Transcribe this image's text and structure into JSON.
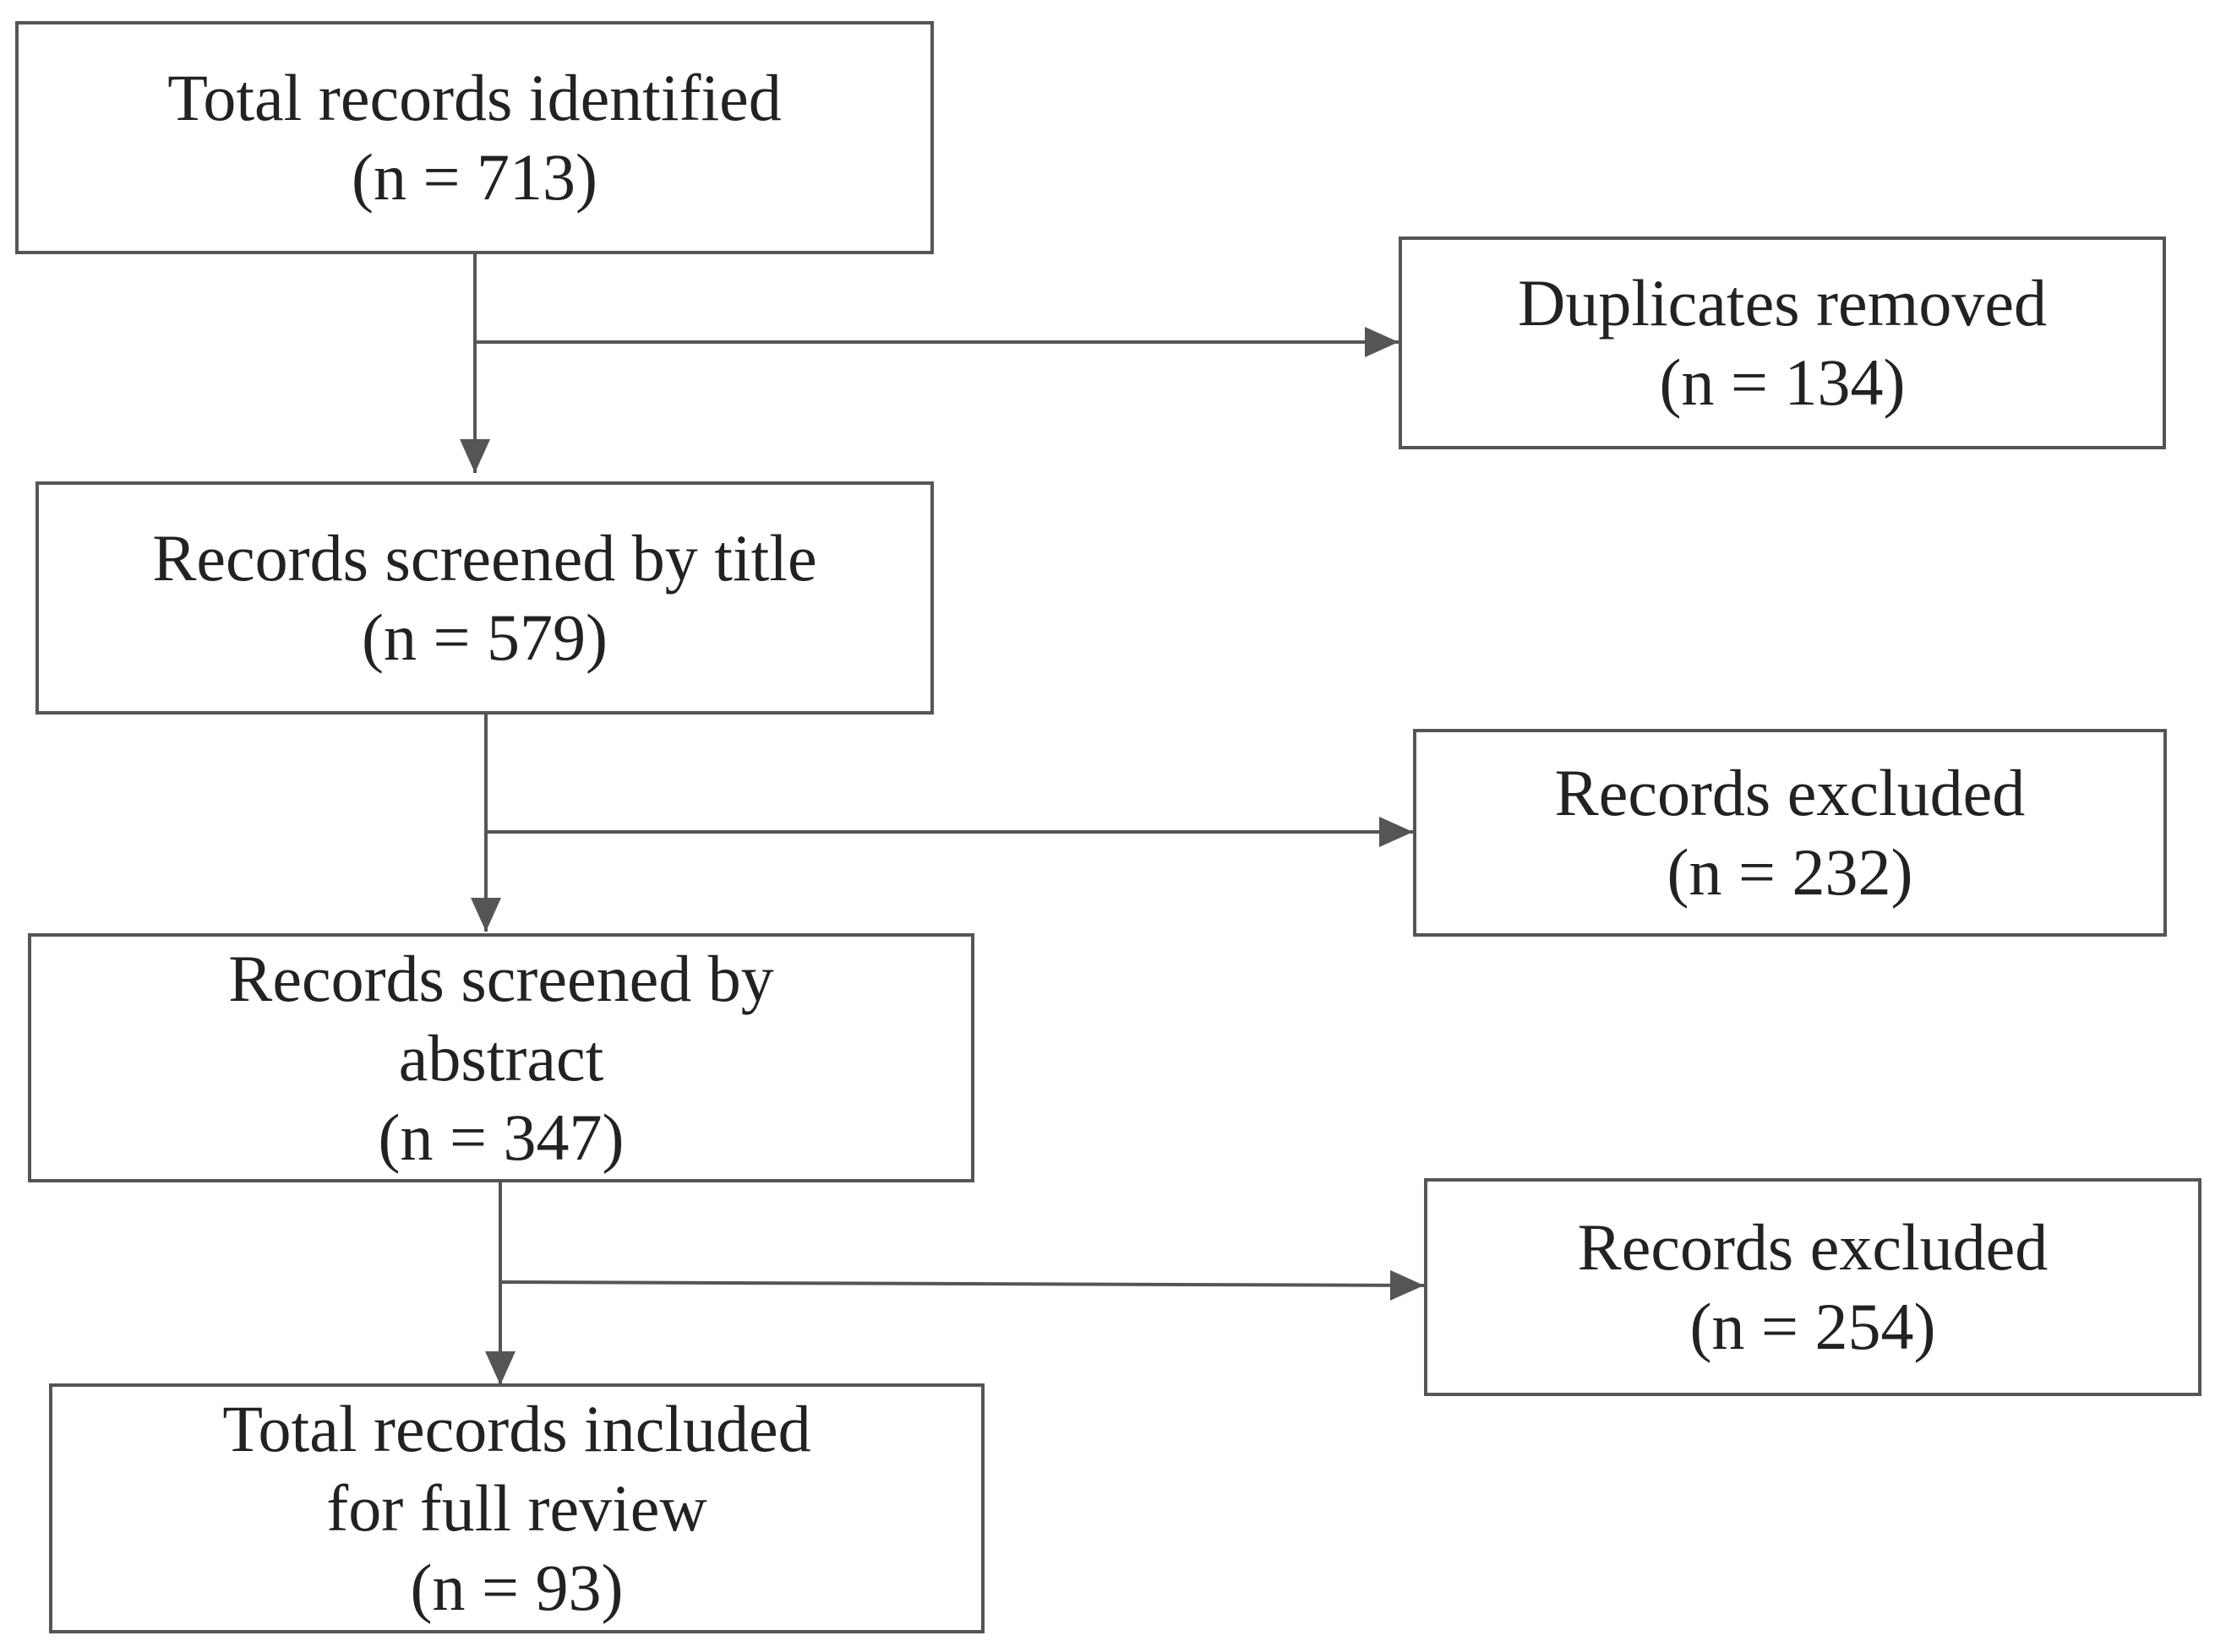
{
  "diagram": {
    "line_color": "#555555",
    "box_border_color": "#555555",
    "text_color": "#222222",
    "main_flow": [
      {
        "id": "identified",
        "lines": [
          "Total records identified",
          "(n = 713)"
        ]
      },
      {
        "id": "screened-title",
        "lines": [
          "Records screened by title",
          "(n = 579)"
        ]
      },
      {
        "id": "screened-abstract",
        "lines": [
          "Records screened by",
          "abstract",
          "(n = 347)"
        ]
      },
      {
        "id": "included",
        "lines": [
          "Total records included",
          "for full review",
          "(n = 93)"
        ]
      }
    ],
    "side_flow": [
      {
        "id": "duplicates",
        "lines": [
          "Duplicates removed",
          "(n = 134)"
        ]
      },
      {
        "id": "excluded-title",
        "lines": [
          "Records excluded",
          "(n = 232)"
        ]
      },
      {
        "id": "excluded-abstract",
        "lines": [
          "Records excluded",
          "(n = 254)"
        ]
      }
    ]
  }
}
